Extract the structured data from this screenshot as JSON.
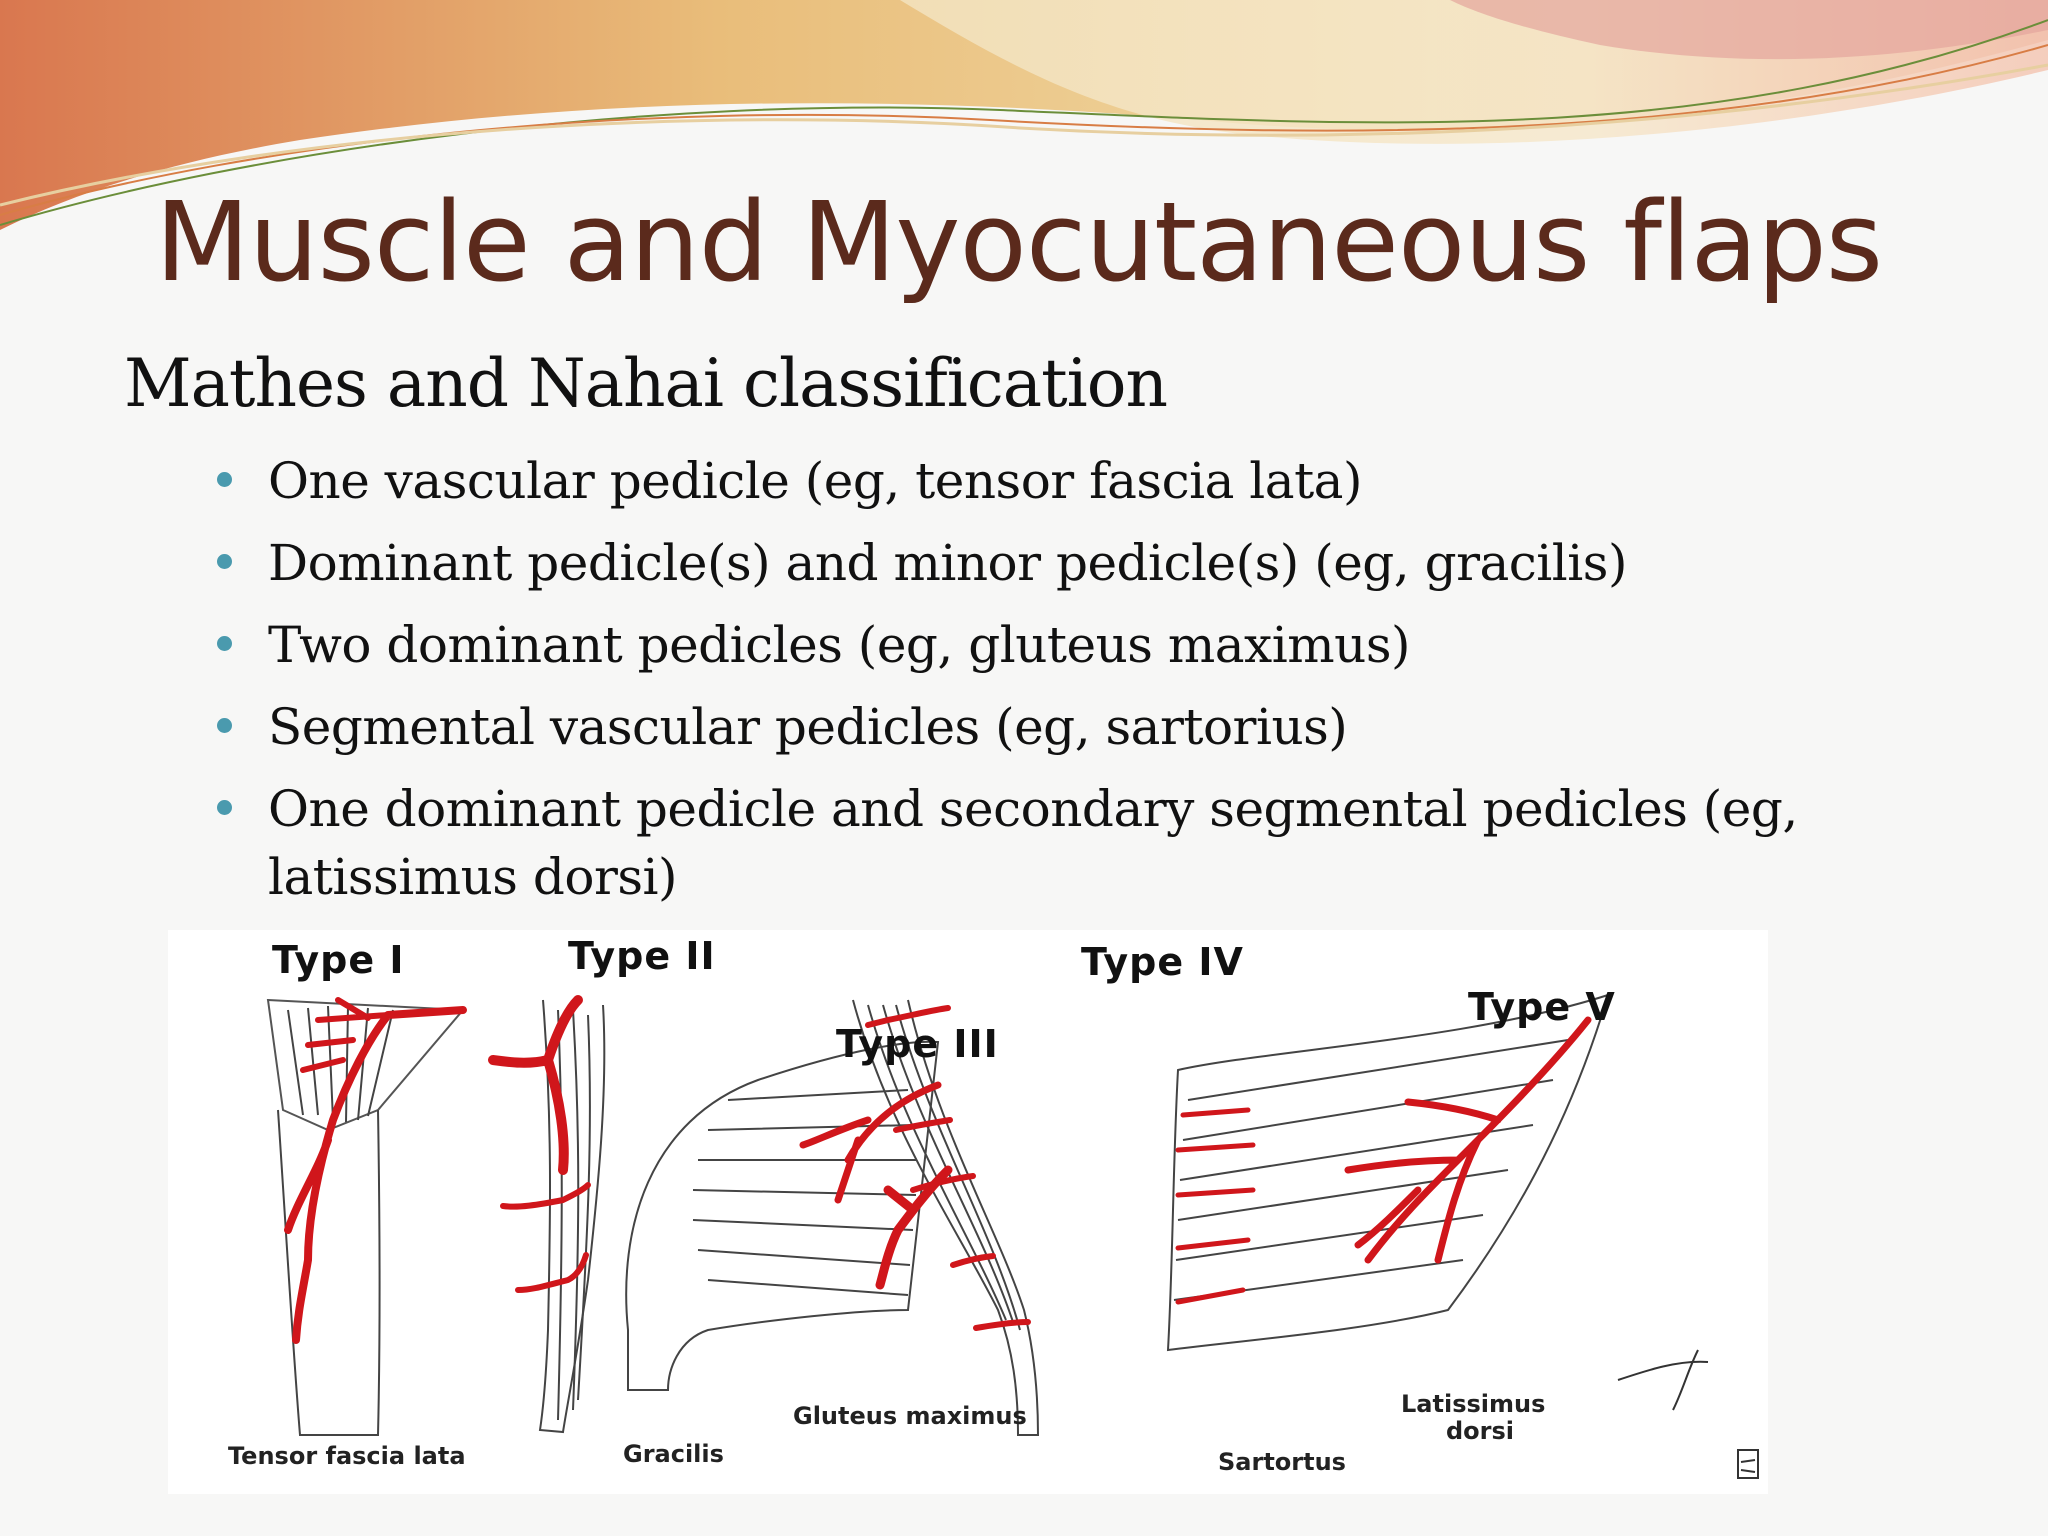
{
  "slide": {
    "title": "Muscle and Myocutaneous flaps",
    "subtitle": "Mathes and Nahai classification",
    "bullets": [
      "One vascular pedicle (eg, tensor fascia lata)",
      "Dominant pedicle(s) and minor pedicle(s) (eg, gracilis)",
      "Two dominant pedicles (eg, gluteus maximus)",
      "Segmental vascular pedicles (eg, sartorius)",
      "One dominant pedicle and secondary segmental pedicles (eg, latissimus dorsi)"
    ]
  },
  "figure": {
    "types": [
      "Type I",
      "Type II",
      "Type III",
      "Type IV",
      "Type V"
    ],
    "muscles": [
      "Tensor fascia lata",
      "Gracilis",
      "Gluteus maximus",
      "Sartortus",
      "Latissimus",
      "dorsi"
    ]
  },
  "colors": {
    "title": "#5b2a1c",
    "bullet": "#4a9aae",
    "vessel": "#d0161b"
  }
}
